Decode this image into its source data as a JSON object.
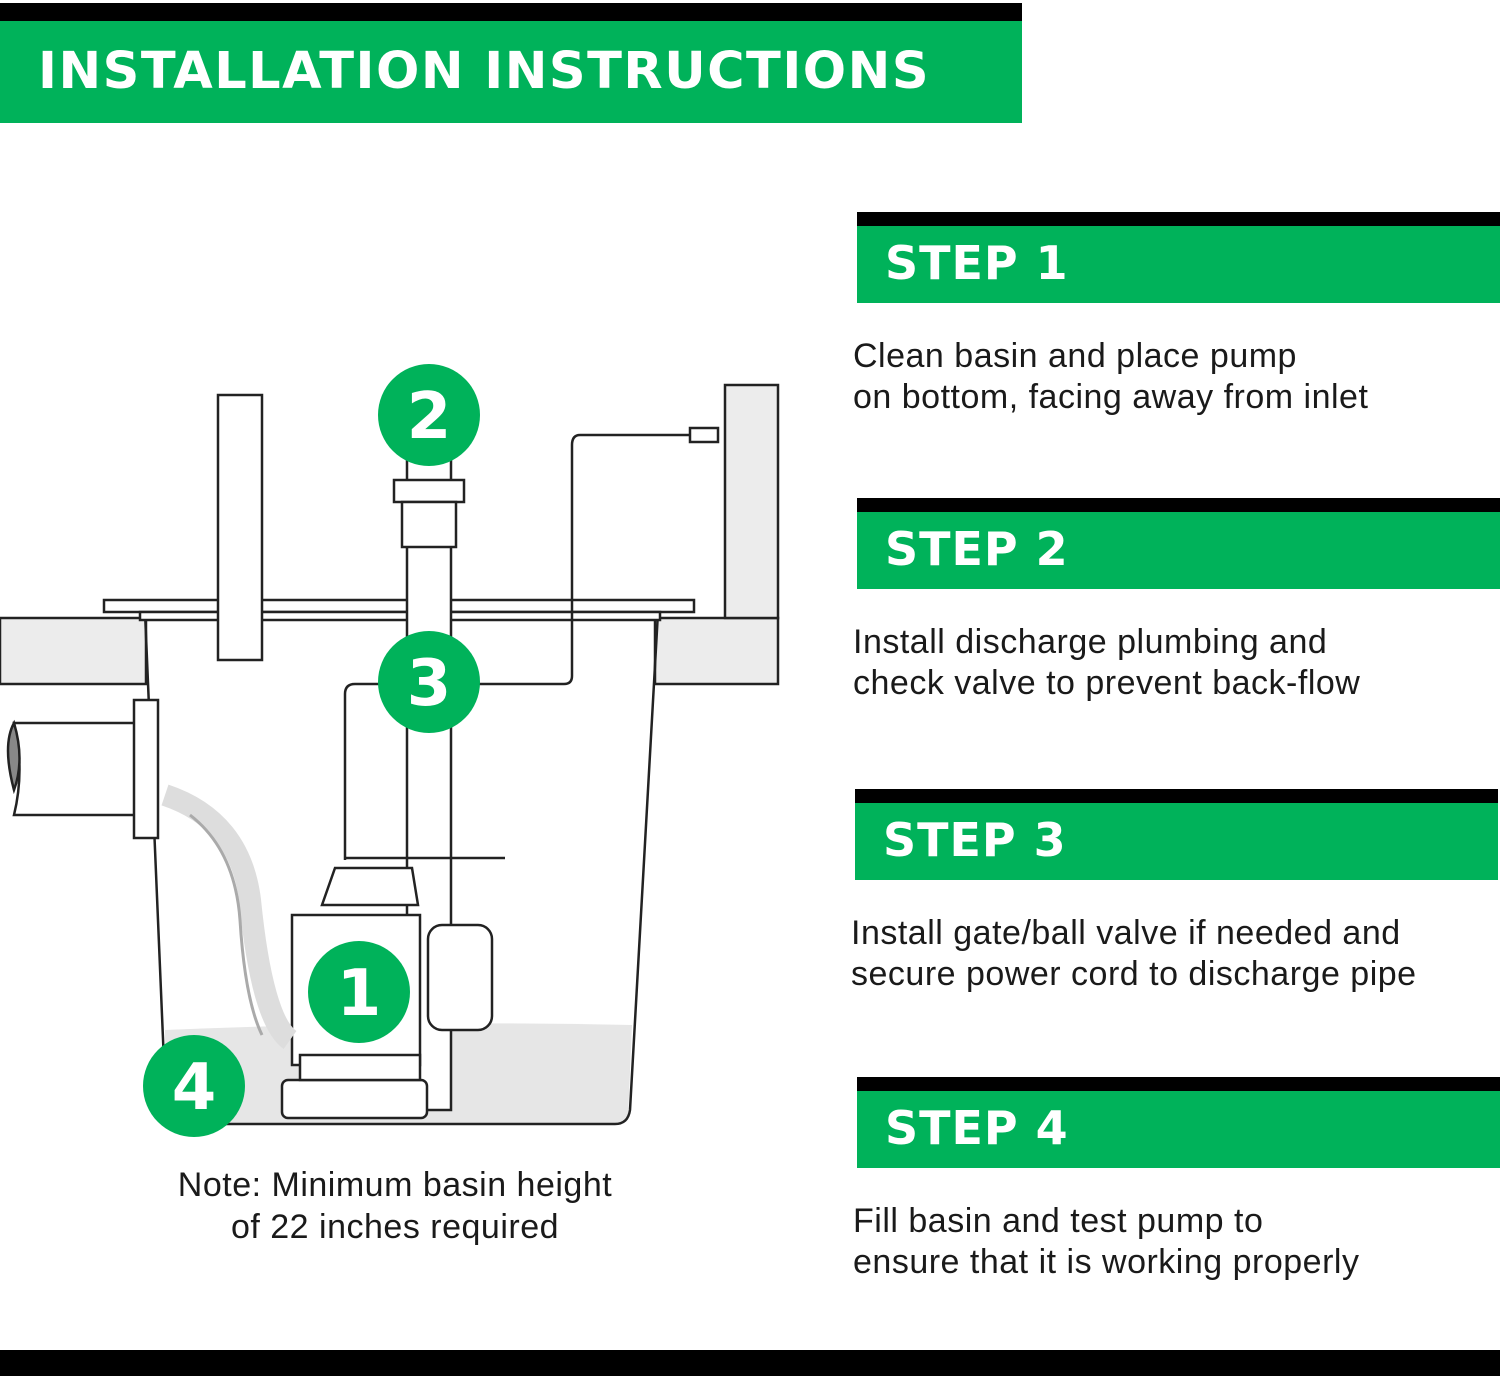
{
  "header": {
    "title": "INSTALLATION INSTRUCTIONS"
  },
  "colors": {
    "brand_green": "#00b25a",
    "black": "#000000"
  },
  "steps": [
    {
      "label": "STEP 1",
      "line1": "Clean basin and place pump",
      "line2": "on bottom, facing away from inlet"
    },
    {
      "label": "STEP 2",
      "line1": "Install discharge plumbing and",
      "line2": "check valve to prevent back-flow"
    },
    {
      "label": "STEP 3",
      "line1": "Install gate/ball valve if needed and",
      "line2": "secure power cord to discharge pipe"
    },
    {
      "label": "STEP 4",
      "line1": "Fill basin and test pump to",
      "line2": "ensure that it is working properly"
    }
  ],
  "diagram": {
    "markers": [
      "1",
      "2",
      "3",
      "4"
    ]
  },
  "note": {
    "line1": "Note: Minimum basin height",
    "line2": "of 22 inches required"
  }
}
